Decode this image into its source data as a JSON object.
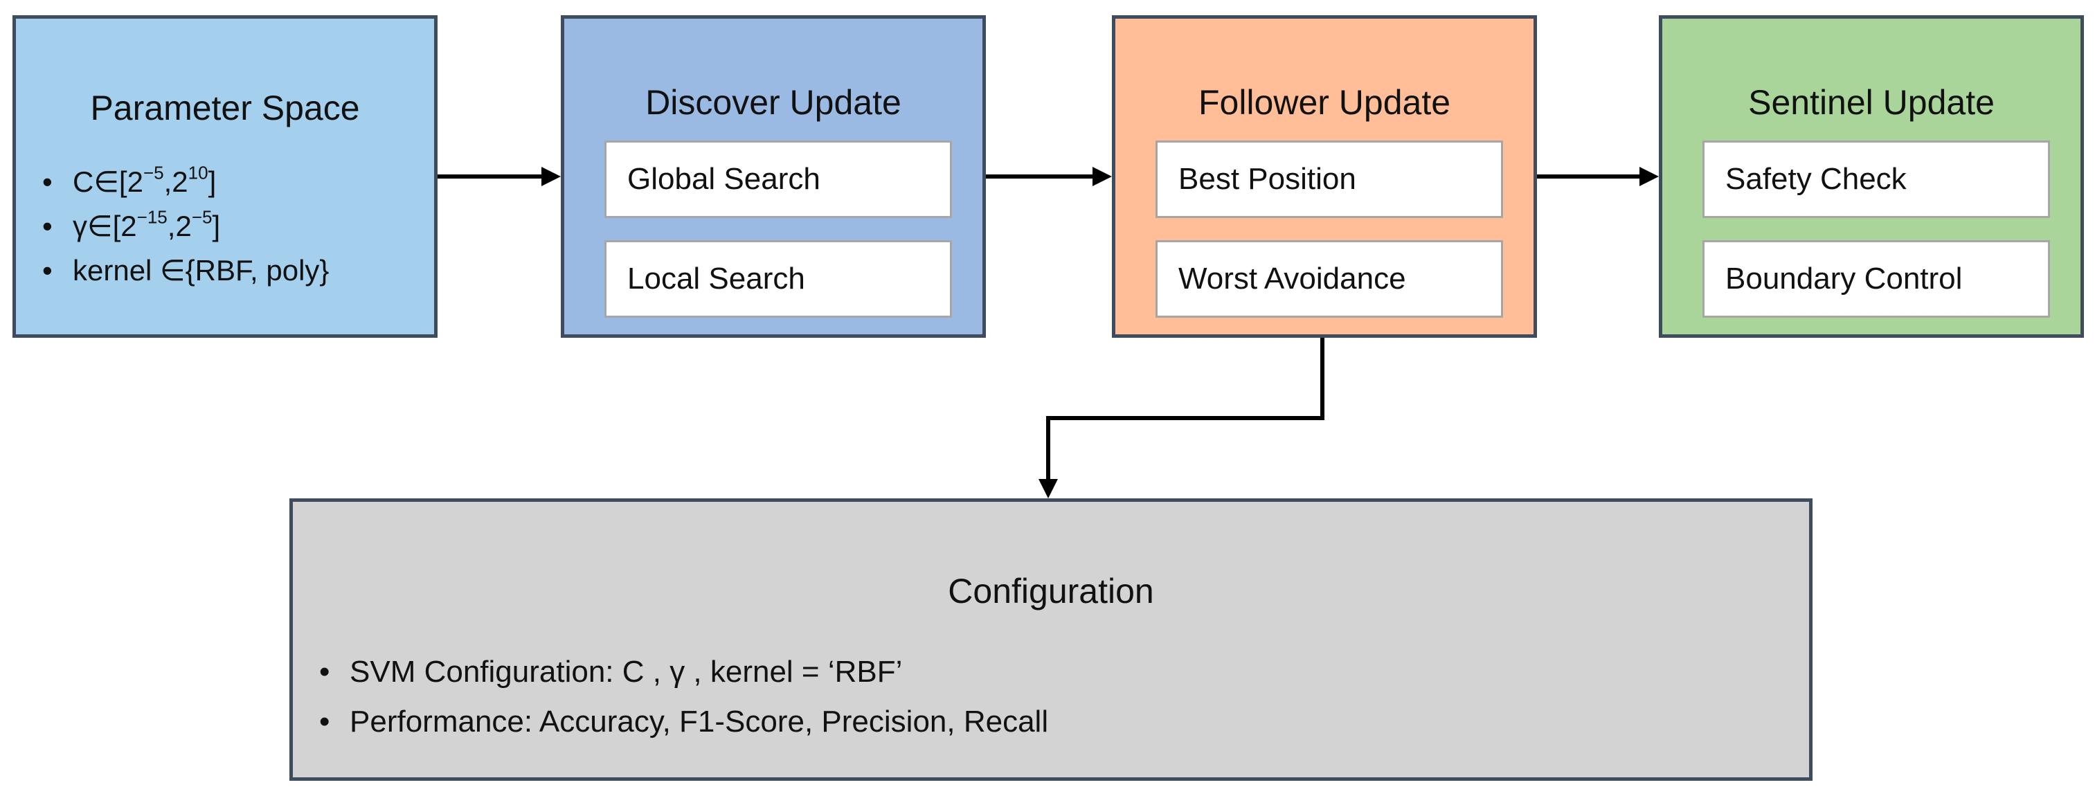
{
  "colors": {
    "parameter_space_fill": "#a4d0ee",
    "discover_fill": "#9ab9e3",
    "follower_fill": "#ffbe97",
    "sentinel_fill": "#a9d59a",
    "configuration_fill": "#d3d3d3",
    "border": "#3e4c5e",
    "inner_border": "#a6a6a6"
  },
  "parameter_space": {
    "title": "Parameter Space",
    "items": [
      {
        "prefix": "C∈[2",
        "sup1": "−5",
        "mid": ",2",
        "sup2": "10",
        "suffix": "]"
      },
      {
        "prefix": "γ∈[2",
        "sup1": "−15",
        "mid": ",2",
        "sup2": "−5",
        "suffix": "]"
      },
      {
        "text": "kernel ∈{RBF, poly}"
      }
    ]
  },
  "discover": {
    "title": "Discover Update",
    "items": [
      "Global Search",
      "Local Search"
    ]
  },
  "follower": {
    "title": "Follower Update",
    "items": [
      "Best Position",
      "Worst Avoidance"
    ]
  },
  "sentinel": {
    "title": "Sentinel Update",
    "items": [
      "Safety Check",
      "Boundary Control"
    ]
  },
  "configuration": {
    "title": "Configuration",
    "items": [
      "SVM Configuration: C , γ , kernel = ‘RBF’",
      "Performance: Accuracy, F1-Score, Precision, Recall"
    ]
  }
}
